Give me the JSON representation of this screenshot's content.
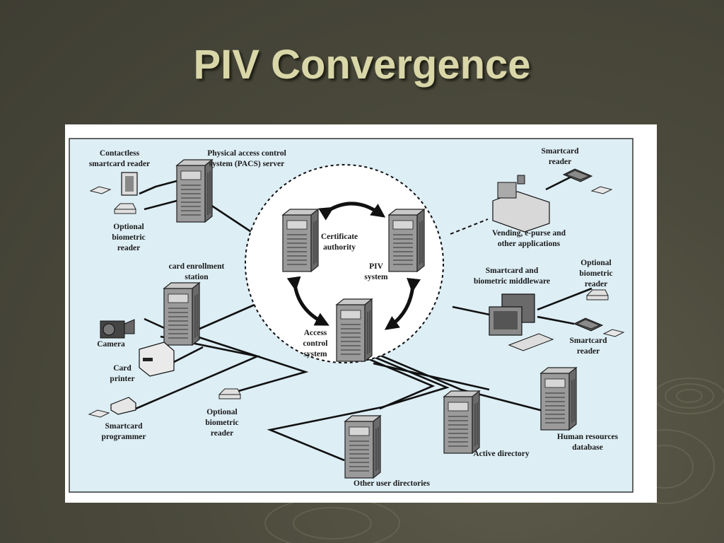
{
  "slide": {
    "title": "PIV Convergence"
  },
  "colors": {
    "background": "#4b4a3c",
    "title": "#d9d6a8",
    "diagram_bg": "#ddeef5"
  },
  "diagram": {
    "labels": {
      "contactless_reader": [
        "Contactless",
        "smartcard reader"
      ],
      "pacs_server": [
        "Physical access control",
        "system (PACS) server"
      ],
      "optional_bio_left": [
        "Optional",
        "biometric",
        "reader"
      ],
      "card_enrollment": [
        "card enrollment",
        "station"
      ],
      "certificate_authority": [
        "Certificate",
        "authority"
      ],
      "piv_system": [
        "PIV",
        "system"
      ],
      "access_control": [
        "Access",
        "control",
        "system"
      ],
      "smartcard_reader_top": [
        "Smartcard",
        "reader"
      ],
      "vending": [
        "Vending, e-purse and",
        "other applications"
      ],
      "middleware": [
        "Smartcard and",
        "biometric middleware"
      ],
      "optional_bio_right": [
        "Optional",
        "biometric",
        "reader"
      ],
      "smartcard_reader_right": [
        "Smartcard",
        "reader"
      ],
      "camera": [
        "Camera"
      ],
      "card_printer": [
        "Card",
        "printer"
      ],
      "smartcard_programmer": [
        "Smartcard",
        "programmer"
      ],
      "optional_bio_bottom": [
        "Optional",
        "biometric",
        "reader"
      ],
      "human_resources": [
        "Human resources",
        "database"
      ],
      "active_directory": [
        "Active directory"
      ],
      "other_user_directories": [
        "Other user directories"
      ]
    }
  }
}
